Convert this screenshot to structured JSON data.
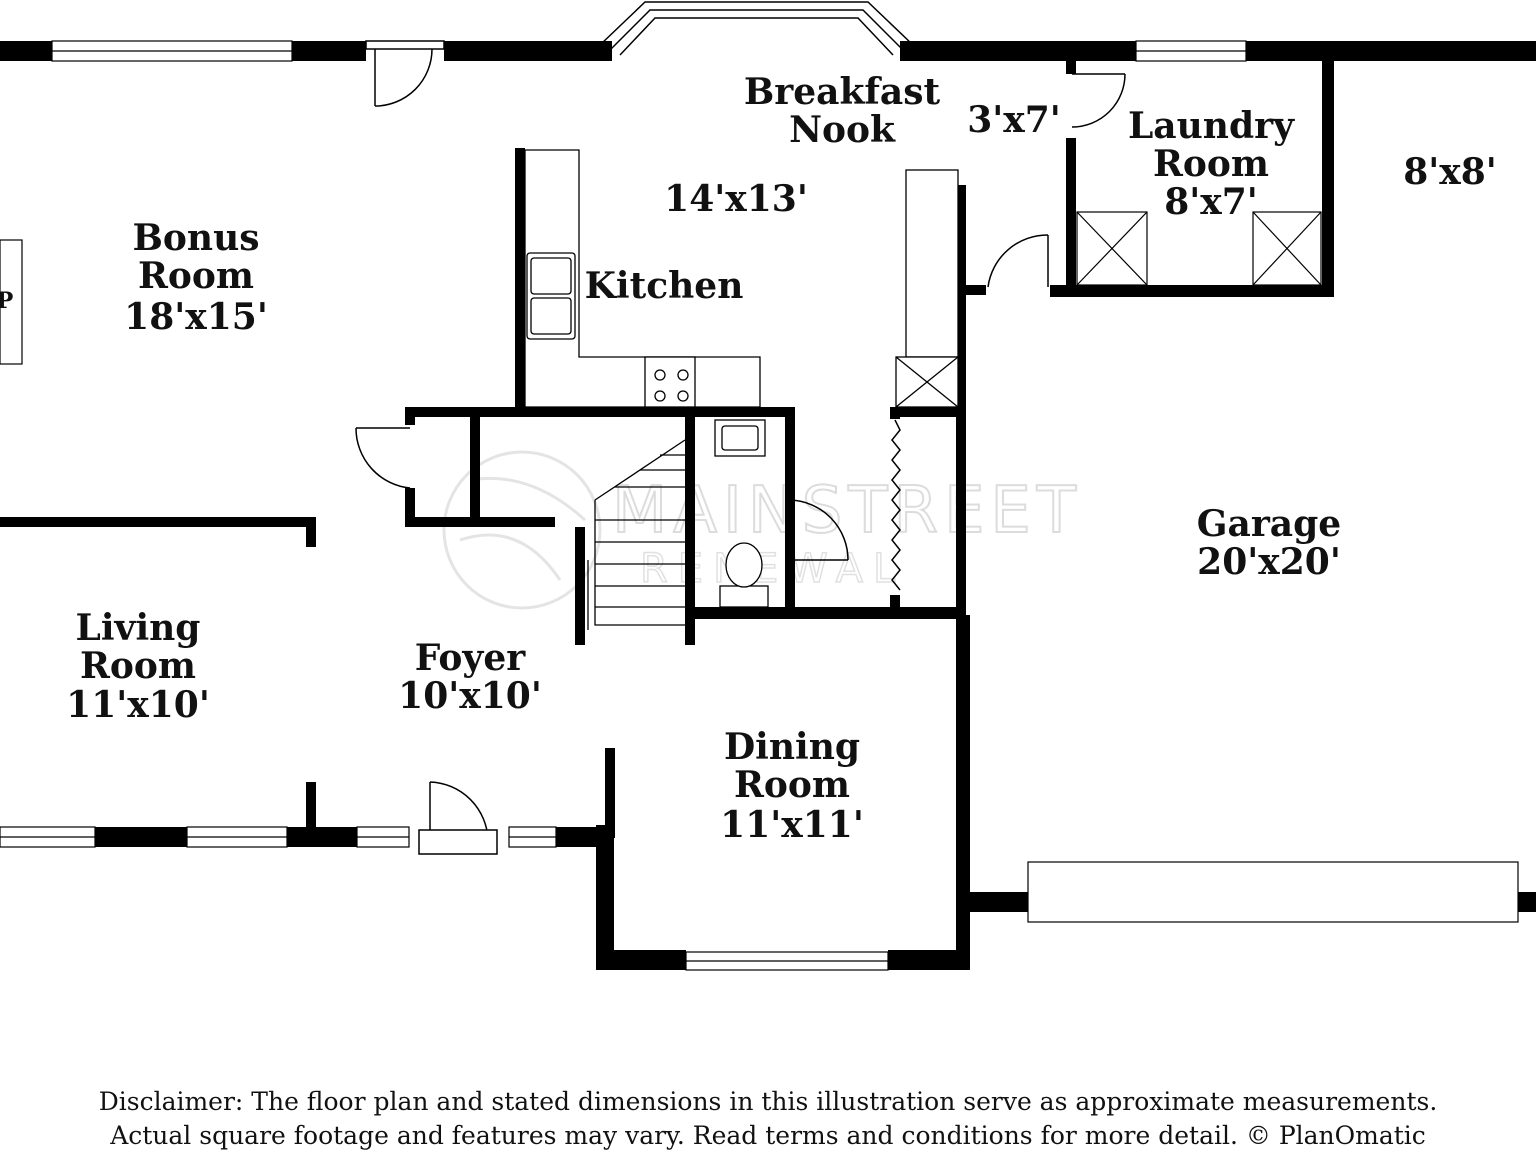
{
  "rooms": {
    "breakfast": {
      "name_line1": "Breakfast",
      "name_line2": "Nook",
      "dims": "14'x13'"
    },
    "kitchen": {
      "name": "Kitchen"
    },
    "closet": {
      "dims": "3'x7'"
    },
    "laundry": {
      "name_line1": "Laundry",
      "name_line2": "Room",
      "dims": "8'x7'"
    },
    "storage": {
      "dims": "8'x8'"
    },
    "bonus": {
      "name_line1": "Bonus",
      "name_line2": "Room",
      "dims": "18'x15'"
    },
    "garage": {
      "name": "Garage",
      "dims": "20'x20'"
    },
    "living": {
      "name_line1": "Living",
      "name_line2": "Room",
      "dims": "11'x10'"
    },
    "foyer": {
      "name": "Foyer",
      "dims": "10'x10'"
    },
    "dining": {
      "name_line1": "Dining",
      "name_line2": "Room",
      "dims": "11'x11'"
    }
  },
  "edge_label": "P",
  "watermark": {
    "line1": "MAINSTREET",
    "line2": "RENEWAL"
  },
  "disclaimer": {
    "line1": "Disclaimer: The floor plan and stated dimensions in this illustration serve as approximate measurements.",
    "line2": "Actual square footage and features may vary. Read terms and conditions for more detail. © PlanOmatic"
  }
}
